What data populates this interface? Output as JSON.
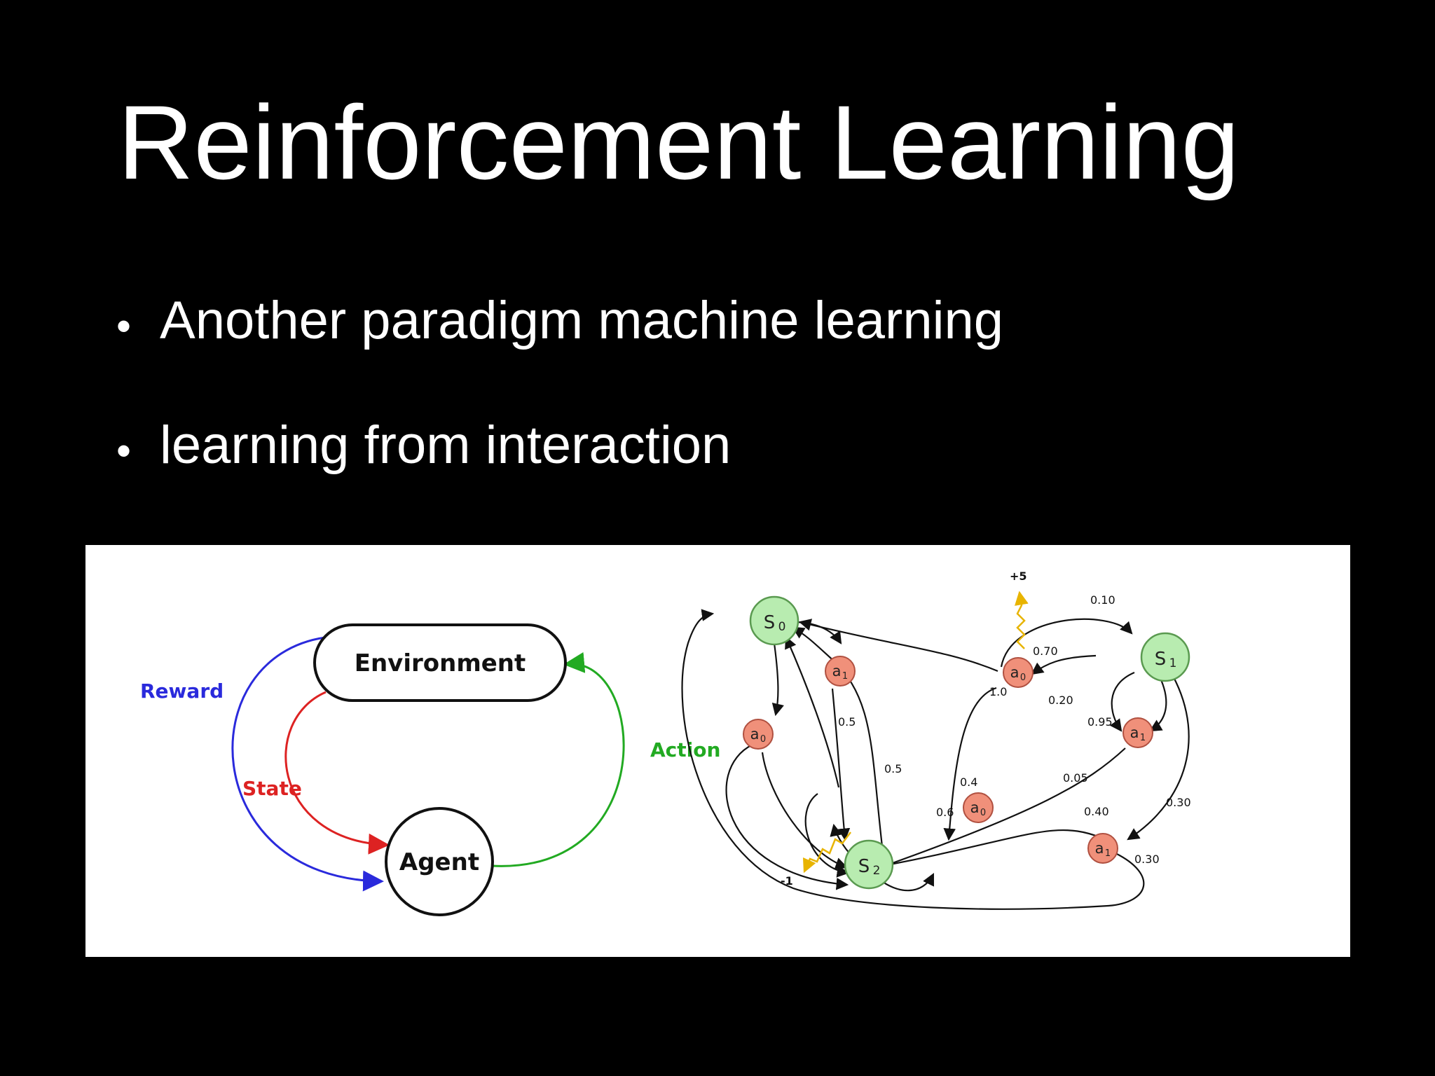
{
  "slide": {
    "title": "Reinforcement Learning",
    "bullets": [
      {
        "text": "Another paradigm machine learning"
      },
      {
        "text": "learning from interaction"
      }
    ]
  },
  "loop_diagram": {
    "environment": "Environment",
    "agent": "Agent",
    "reward": "Reward",
    "state": "State",
    "action": "Action",
    "colors": {
      "reward": "#2a2adc",
      "state": "#dd2222",
      "action": "#22aa22"
    }
  },
  "mdp_diagram": {
    "states": {
      "s0": "S",
      "s0_sub": "0",
      "s1": "S",
      "s1_sub": "1",
      "s2": "S",
      "s2_sub": "2"
    },
    "actions": {
      "a": "a",
      "sub0": "0",
      "sub1": "1"
    },
    "probabilities": {
      "p010": "0.10",
      "p070": "0.70",
      "p020": "0.20",
      "p10": "1.0",
      "p05a": "0.5",
      "p05b": "0.5",
      "p095": "0.95",
      "p005": "0.05",
      "p04": "0.4",
      "p06": "0.6",
      "p040": "0.40",
      "p030a": "0.30",
      "p030b": "0.30"
    },
    "rewards": {
      "plus5": "+5",
      "minus1": "-1"
    },
    "colors": {
      "state_fill": "#b8ecb0",
      "state_stroke": "#5a9a50",
      "action_fill": "#f0907a",
      "action_stroke": "#b05040",
      "reward_arrow": "#e8b400"
    }
  }
}
